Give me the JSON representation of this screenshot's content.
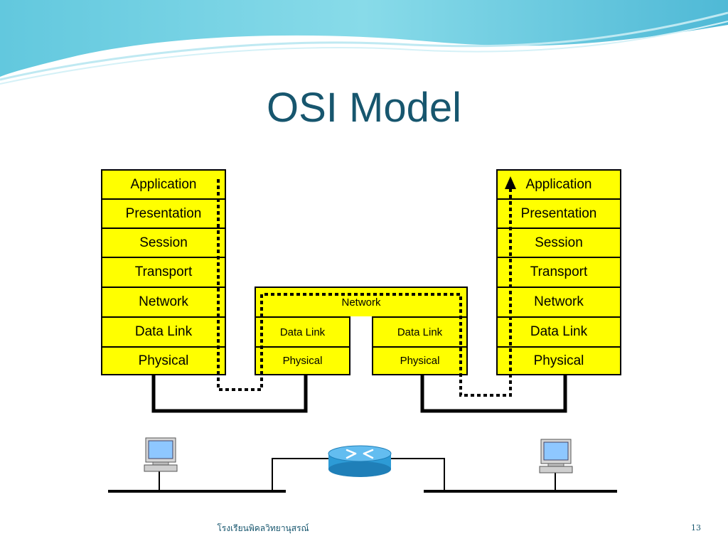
{
  "slide": {
    "title": "OSI Model",
    "footer": "โรงเรียนพิคลวิทยานุสรณ์",
    "page_number": "13"
  },
  "diagram": {
    "left_host": {
      "layers": [
        "Application",
        "Presentation",
        "Session",
        "Transport",
        "Network",
        "Data Link",
        "Physical"
      ]
    },
    "router": {
      "network": "Network",
      "left_port": {
        "data_link": "Data Link",
        "physical": "Physical"
      },
      "right_port": {
        "data_link": "Data Link",
        "physical": "Physical"
      }
    },
    "right_host": {
      "layers": [
        "Application",
        "Presentation",
        "Session",
        "Transport",
        "Network",
        "Data Link",
        "Physical"
      ]
    },
    "colors": {
      "layer_fill": "#ffff00",
      "title_color": "#17566e",
      "header_wave": "#5fc7dc"
    },
    "icons": [
      "computer-icon",
      "router-icon",
      "computer-icon"
    ]
  }
}
